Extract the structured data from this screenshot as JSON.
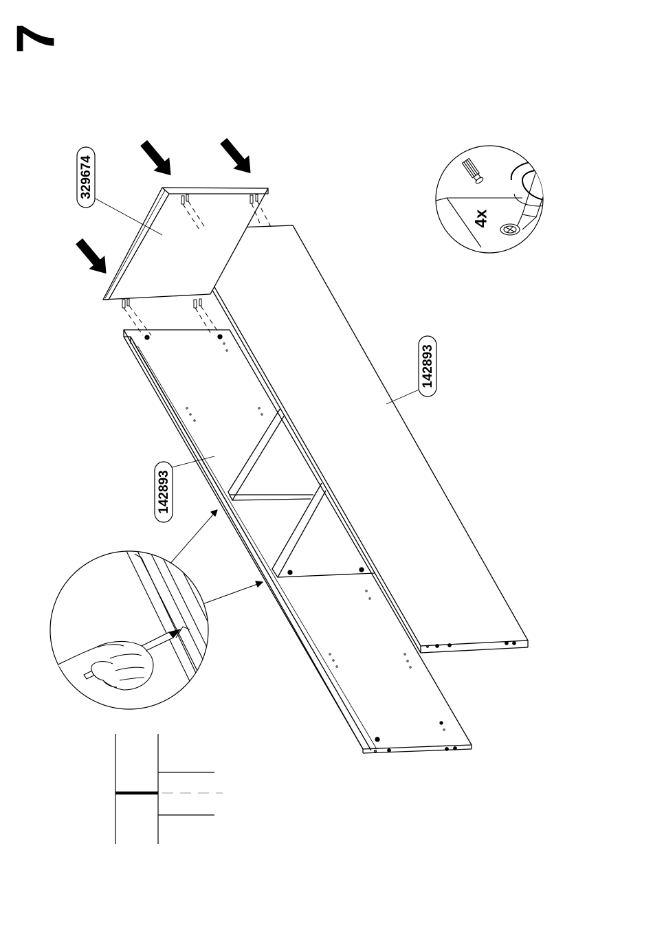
{
  "step_number": "7",
  "part_labels": {
    "top_panel": "329674",
    "back_panel": "142893",
    "bottom_panel": "142893"
  },
  "screw_detail": {
    "quantity": "4x",
    "icons": [
      "screw-icon",
      "screwdriver-icon",
      "rotation-arrow-icon"
    ]
  },
  "pencil_detail": {
    "icons": [
      "hand-icon",
      "pencil-icon"
    ]
  },
  "colors": {
    "line": "#000000",
    "background": "#ffffff",
    "guide": "#9a9a9a"
  }
}
